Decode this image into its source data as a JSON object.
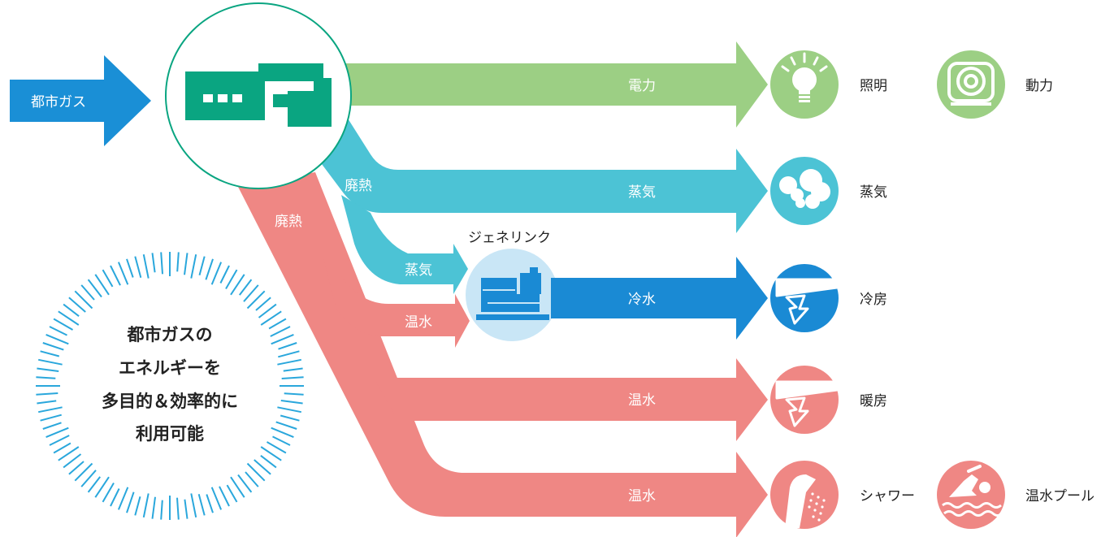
{
  "diagram": {
    "input": {
      "label": "都市ガス"
    },
    "flows": {
      "electricity": "電力",
      "waste_heat_upper": "廃熱",
      "waste_heat_lower": "廃熱",
      "steam_main": "蒸気",
      "steam_branch": "蒸気",
      "hot_water_branch": "温水",
      "chilled_water": "冷水",
      "hot_water_heating": "温水",
      "hot_water_shower": "温水"
    },
    "genelink": {
      "label": "ジェネリンク"
    },
    "uses": {
      "lighting": "照明",
      "power": "動力",
      "steam": "蒸気",
      "cooling": "冷房",
      "heating": "暖房",
      "shower": "シャワー",
      "pool": "温水プール"
    },
    "badge": {
      "line1": "都市ガスの",
      "line2": "エネルギーを",
      "line3": "多目的＆効率的に",
      "line4": "利用可能"
    }
  },
  "colors": {
    "city_gas": "#1a8fd6",
    "electricity": "#9ccf84",
    "steam": "#4cc3d5",
    "chilled": "#1a8ad4",
    "hot_water": "#ef8784",
    "plant": "#0aa581",
    "genelink_bg": "#c9e6f6"
  }
}
